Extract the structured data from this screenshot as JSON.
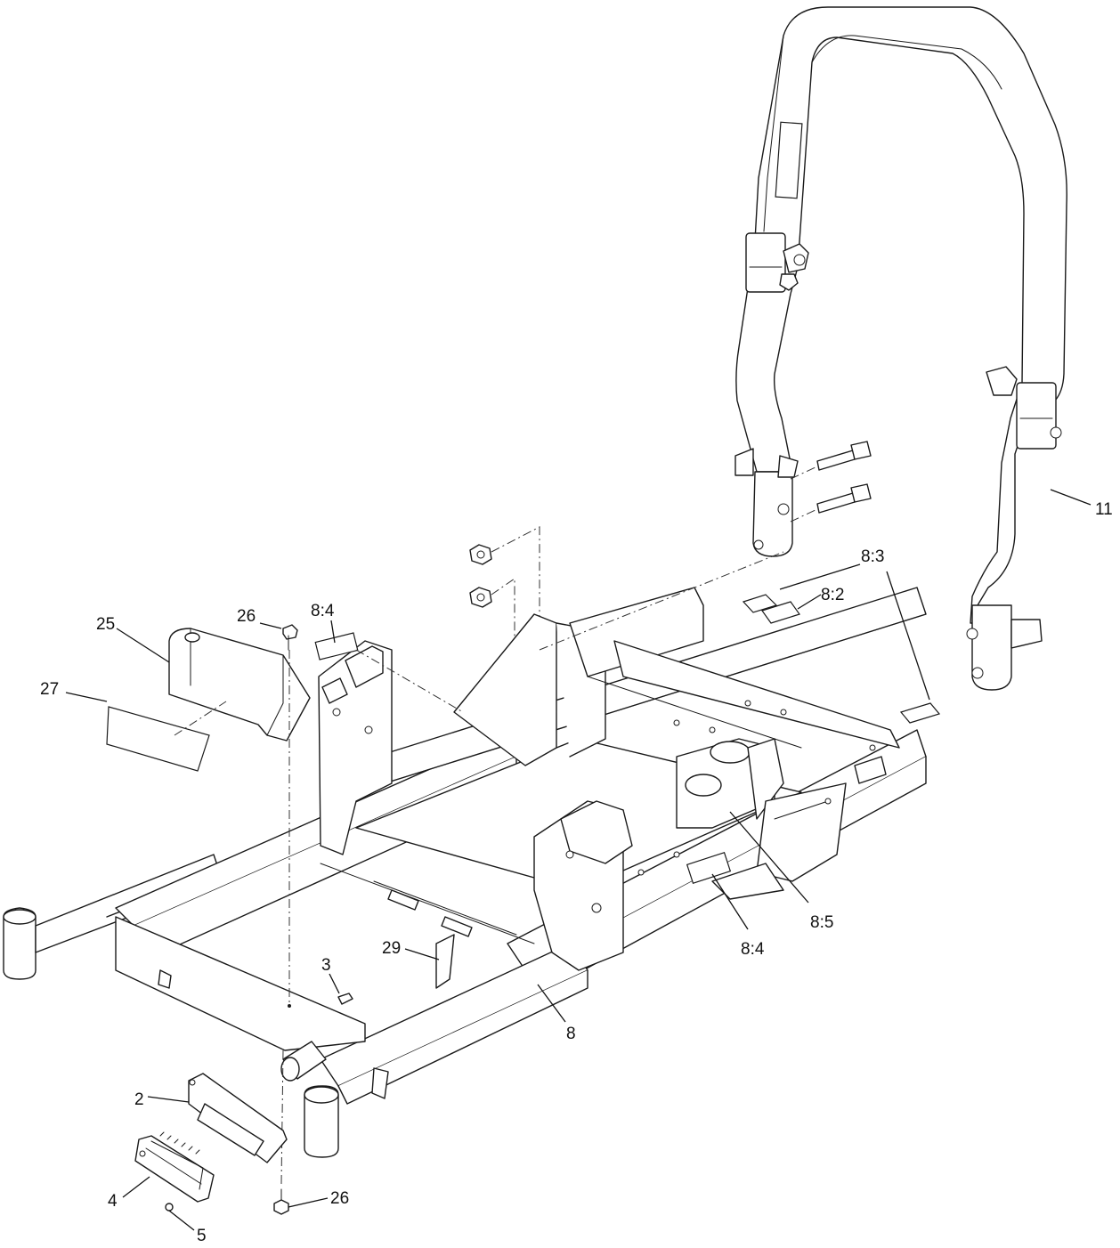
{
  "diagram": {
    "callouts": [
      {
        "id": "c11",
        "label": "11"
      },
      {
        "id": "c8_3",
        "label": "8:3"
      },
      {
        "id": "c8_2",
        "label": "8:2"
      },
      {
        "id": "c26_top",
        "label": "26"
      },
      {
        "id": "c8_4_top",
        "label": "8:4"
      },
      {
        "id": "c25",
        "label": "25"
      },
      {
        "id": "c27",
        "label": "27"
      },
      {
        "id": "c8_5",
        "label": "8:5"
      },
      {
        "id": "c8_4_right",
        "label": "8:4"
      },
      {
        "id": "c29",
        "label": "29"
      },
      {
        "id": "c3",
        "label": "3"
      },
      {
        "id": "c8",
        "label": "8"
      },
      {
        "id": "c2",
        "label": "2"
      },
      {
        "id": "c4",
        "label": "4"
      },
      {
        "id": "c26_bottom",
        "label": "26"
      },
      {
        "id": "c5",
        "label": "5"
      }
    ]
  }
}
